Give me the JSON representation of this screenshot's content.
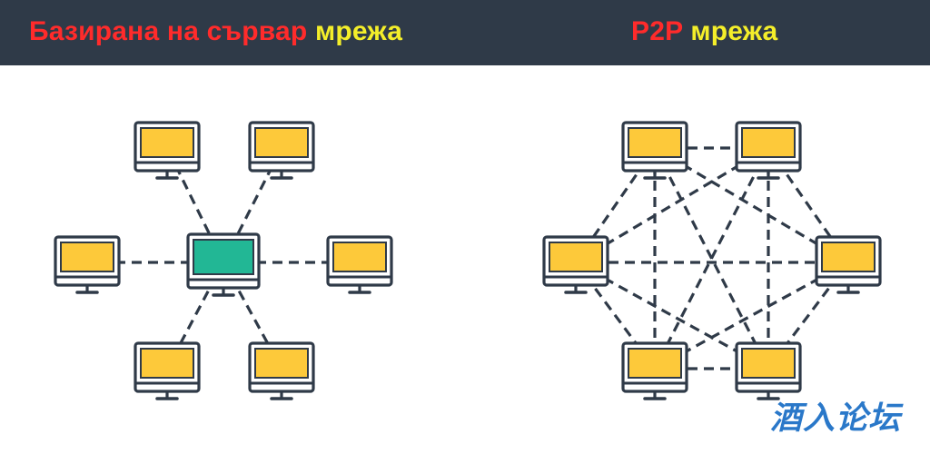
{
  "header": {
    "left_title": {
      "part1": "Базирана на сървар",
      "part2": "мрежа"
    },
    "right_title": {
      "part1": "P2P",
      "part2": "мрежа"
    }
  },
  "colors": {
    "header_bg": "#2f3a48",
    "title_red": "#ff2b2b",
    "title_yellow": "#f4ee2a",
    "client_screen": "#fdc93a",
    "server_screen": "#22b795",
    "outline": "#2f3a48",
    "watermark": "#2a78c9"
  },
  "diagrams": {
    "server_based": {
      "nodes": [
        {
          "id": "server",
          "role": "server"
        },
        {
          "id": "top-left",
          "role": "client"
        },
        {
          "id": "top-right",
          "role": "client"
        },
        {
          "id": "left",
          "role": "client"
        },
        {
          "id": "right",
          "role": "client"
        },
        {
          "id": "bottom-left",
          "role": "client"
        },
        {
          "id": "bottom-right",
          "role": "client"
        }
      ],
      "links": [
        [
          "server",
          "top-left"
        ],
        [
          "server",
          "top-right"
        ],
        [
          "server",
          "left"
        ],
        [
          "server",
          "right"
        ],
        [
          "server",
          "bottom-left"
        ],
        [
          "server",
          "bottom-right"
        ]
      ]
    },
    "p2p": {
      "nodes": [
        {
          "id": "top-left",
          "role": "peer"
        },
        {
          "id": "top-right",
          "role": "peer"
        },
        {
          "id": "left",
          "role": "peer"
        },
        {
          "id": "right",
          "role": "peer"
        },
        {
          "id": "bottom-left",
          "role": "peer"
        },
        {
          "id": "bottom-right",
          "role": "peer"
        }
      ],
      "links": "all-pairs"
    }
  },
  "watermark": {
    "text": "酒入论坛"
  }
}
